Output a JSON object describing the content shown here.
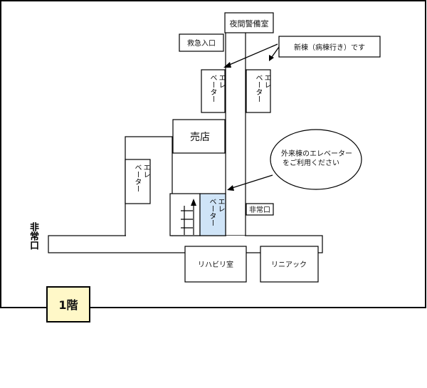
{
  "floor_label": "1階",
  "rooms": {
    "night_guard": "夜間警備室",
    "emergency_entrance": "救急入口",
    "shop": "売店",
    "rehab": "リハビリ室",
    "linac": "リニアック"
  },
  "elevators": {
    "label_line1": "エレ",
    "label_line2": "ベー",
    "label_line3": "ター"
  },
  "exits": {
    "left": "非常口",
    "right": "非常口"
  },
  "callouts": {
    "new_building": "新棟（病棟行き）です",
    "outpatient_line1": "外来棟のエレベーター",
    "outpatient_line2": "をご利用ください"
  },
  "colors": {
    "highlight_elevator": "#cfe4f7",
    "floor_badge": "#fff8c8"
  }
}
